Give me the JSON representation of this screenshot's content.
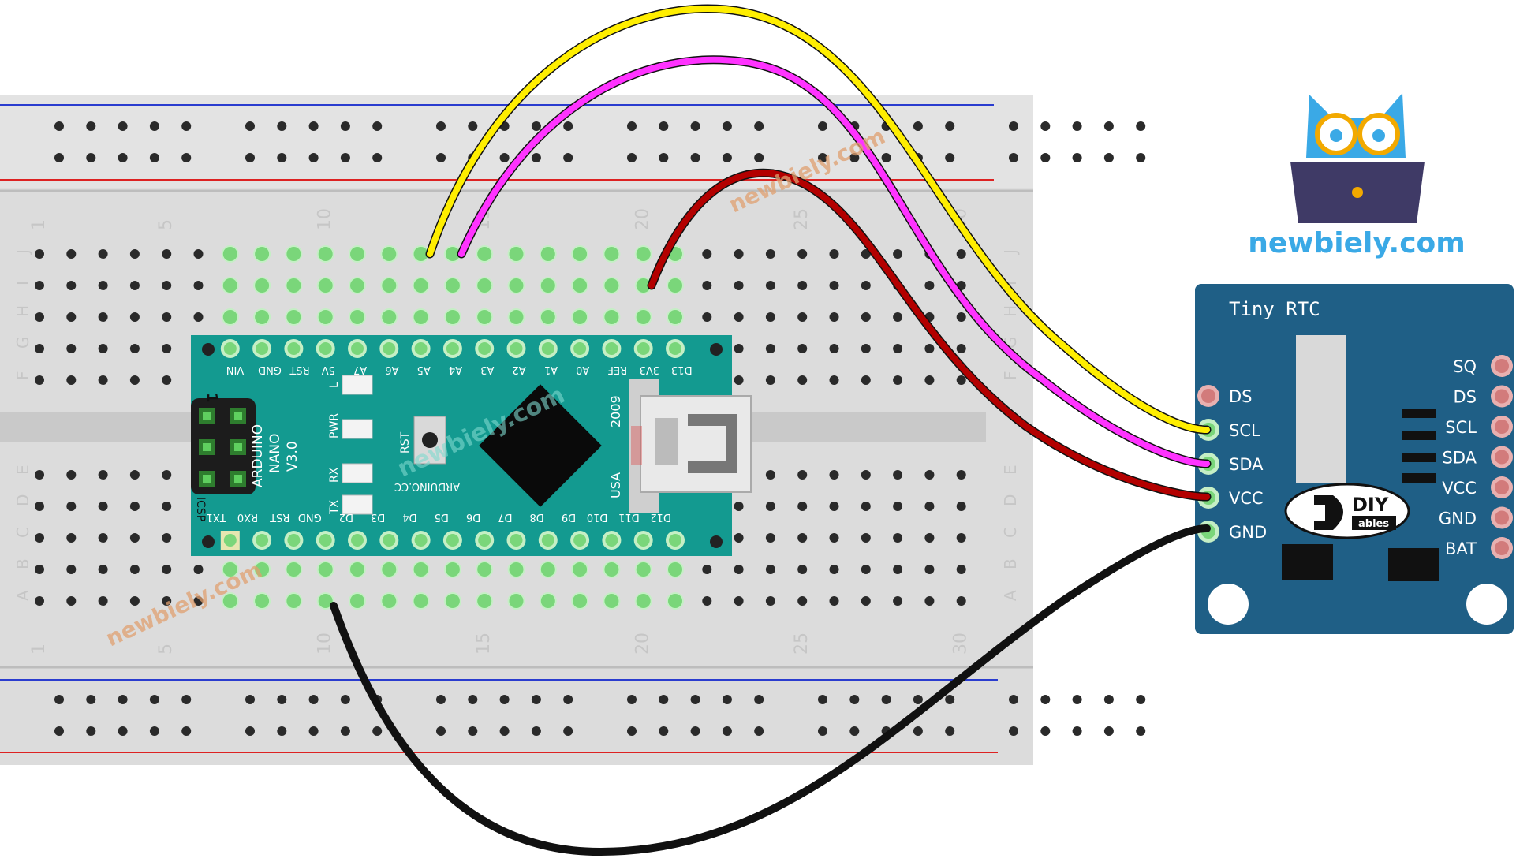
{
  "breadboard": {
    "column_numbers": [
      "1",
      "5",
      "10",
      "15",
      "20",
      "25",
      "30"
    ],
    "row_letters_top": [
      "J",
      "I",
      "H",
      "G",
      "F"
    ],
    "row_letters_bottom": [
      "E",
      "D",
      "C",
      "B",
      "A"
    ]
  },
  "arduino": {
    "board_name": "ARDUINO",
    "board_model": "NANO",
    "board_version": "V3.0",
    "maker": "ARDUINO.CC",
    "country": "USA",
    "year": "2009",
    "icsp_label": "ICSP",
    "icsp_number": "1",
    "reset_label": "RST",
    "leds": [
      "L",
      "PWR",
      "RX",
      "TX"
    ],
    "top_pins": [
      "VIN",
      "GND",
      "RST",
      "5V",
      "A7",
      "A6",
      "A5",
      "A4",
      "A3",
      "A2",
      "A1",
      "A0",
      "REF",
      "3V3",
      "D13"
    ],
    "bottom_pins": [
      "TX1",
      "RX0",
      "RST",
      "GND",
      "D2",
      "D3",
      "D4",
      "D5",
      "D6",
      "D7",
      "D8",
      "D9",
      "D10",
      "D11",
      "D12"
    ]
  },
  "rtc": {
    "title": "Tiny RTC",
    "left_pins": [
      "DS",
      "SCL",
      "SDA",
      "VCC",
      "GND"
    ],
    "right_pins": [
      "SQ",
      "DS",
      "SCL",
      "SDA",
      "VCC",
      "GND",
      "BAT"
    ],
    "logo_text_top": "DIY",
    "logo_text_bottom": "ables"
  },
  "brand": {
    "name": "newbiely.com",
    "watermark": "newbiely.com"
  },
  "colors": {
    "wire_scl": "#ffee00",
    "wire_sda": "#ff33ff",
    "wire_vcc": "#b30000",
    "wire_gnd": "#111111",
    "board_teal": "#139a90",
    "rtc_blue": "#1f5f86",
    "brand_blue": "#3aa9e6"
  },
  "connections": [
    {
      "from": "A5",
      "to": "SCL"
    },
    {
      "from": "A4",
      "to": "SDA"
    },
    {
      "from": "3V3",
      "to": "VCC"
    },
    {
      "from": "GND",
      "to": "GND"
    }
  ]
}
